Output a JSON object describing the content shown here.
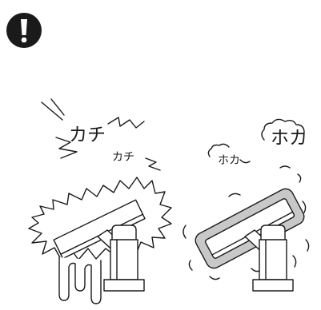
{
  "colors": {
    "ink": "#1a1a1a",
    "frost_fill": "#c8c8c8",
    "background": "#ffffff"
  },
  "icons": [
    "warning-exclamation-icon"
  ],
  "left_scene": {
    "sound_large": "カチ",
    "sound_small": "カチ"
  },
  "right_scene": {
    "sound_large": "ホカ",
    "sound_small": "ホカ"
  }
}
